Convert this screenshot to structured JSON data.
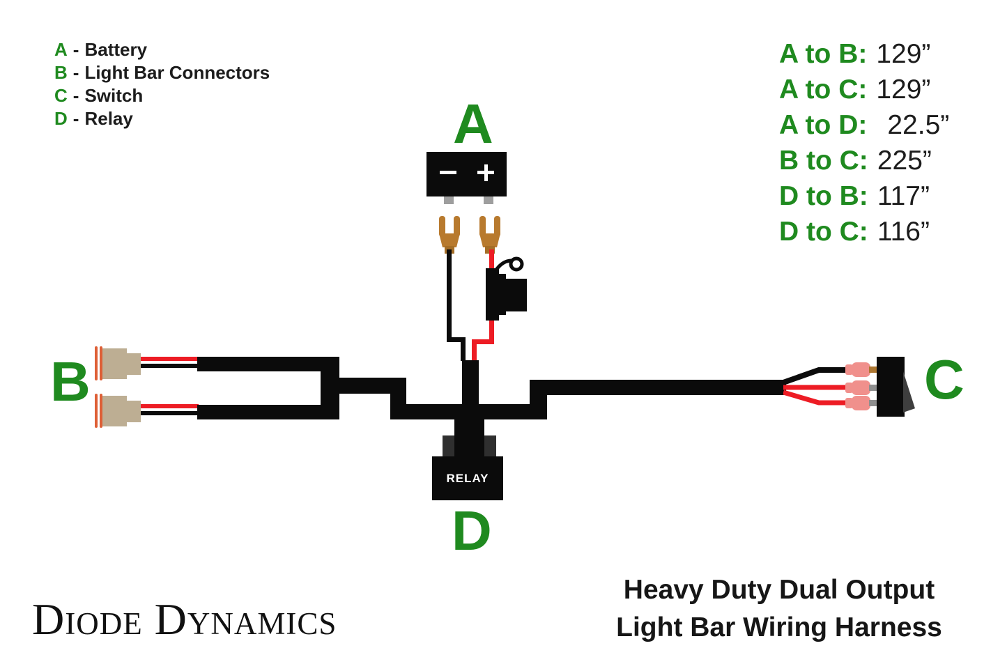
{
  "legend": {
    "separator": "-",
    "items": [
      {
        "letter": "A",
        "name": "Battery"
      },
      {
        "letter": "B",
        "name": "Light Bar Connectors"
      },
      {
        "letter": "C",
        "name": "Switch"
      },
      {
        "letter": "D",
        "name": "Relay"
      }
    ]
  },
  "measurements": {
    "items": [
      {
        "label": "A to B:",
        "value": "129”"
      },
      {
        "label": "A to C:",
        "value": "129”"
      },
      {
        "label": "A to D:",
        "value": "22.5”"
      },
      {
        "label": "B to C:",
        "value": "225”"
      },
      {
        "label": "D to B:",
        "value": "117”"
      },
      {
        "label": "D to C:",
        "value": "116”"
      }
    ]
  },
  "diagram": {
    "battery_label": "A",
    "battery_minus": "−",
    "battery_plus": "+",
    "connectors_label": "B",
    "switch_label": "C",
    "relay_label": "D",
    "relay_text": "RELAY"
  },
  "footer": {
    "brand": "Diode Dynamics",
    "title_line1": "Heavy Duty Dual Output",
    "title_line2": "Light Bar Wiring Harness"
  },
  "colors": {
    "accent_green": "#1f8a1f",
    "wire_red": "#ed1c24",
    "harness_black": "#0b0b0b",
    "connector_tan": "#bdae93",
    "connector_orange_ring": "#de5f36",
    "terminal_copper": "#b87a2e",
    "crimp_pink": "#f0908c",
    "stub_gray": "#8f8f8f",
    "relay_shoulder_gray": "#2f2f2f",
    "toggle_gray": "#3e3e3e",
    "battery_tab_gray": "#9e9e9e"
  }
}
